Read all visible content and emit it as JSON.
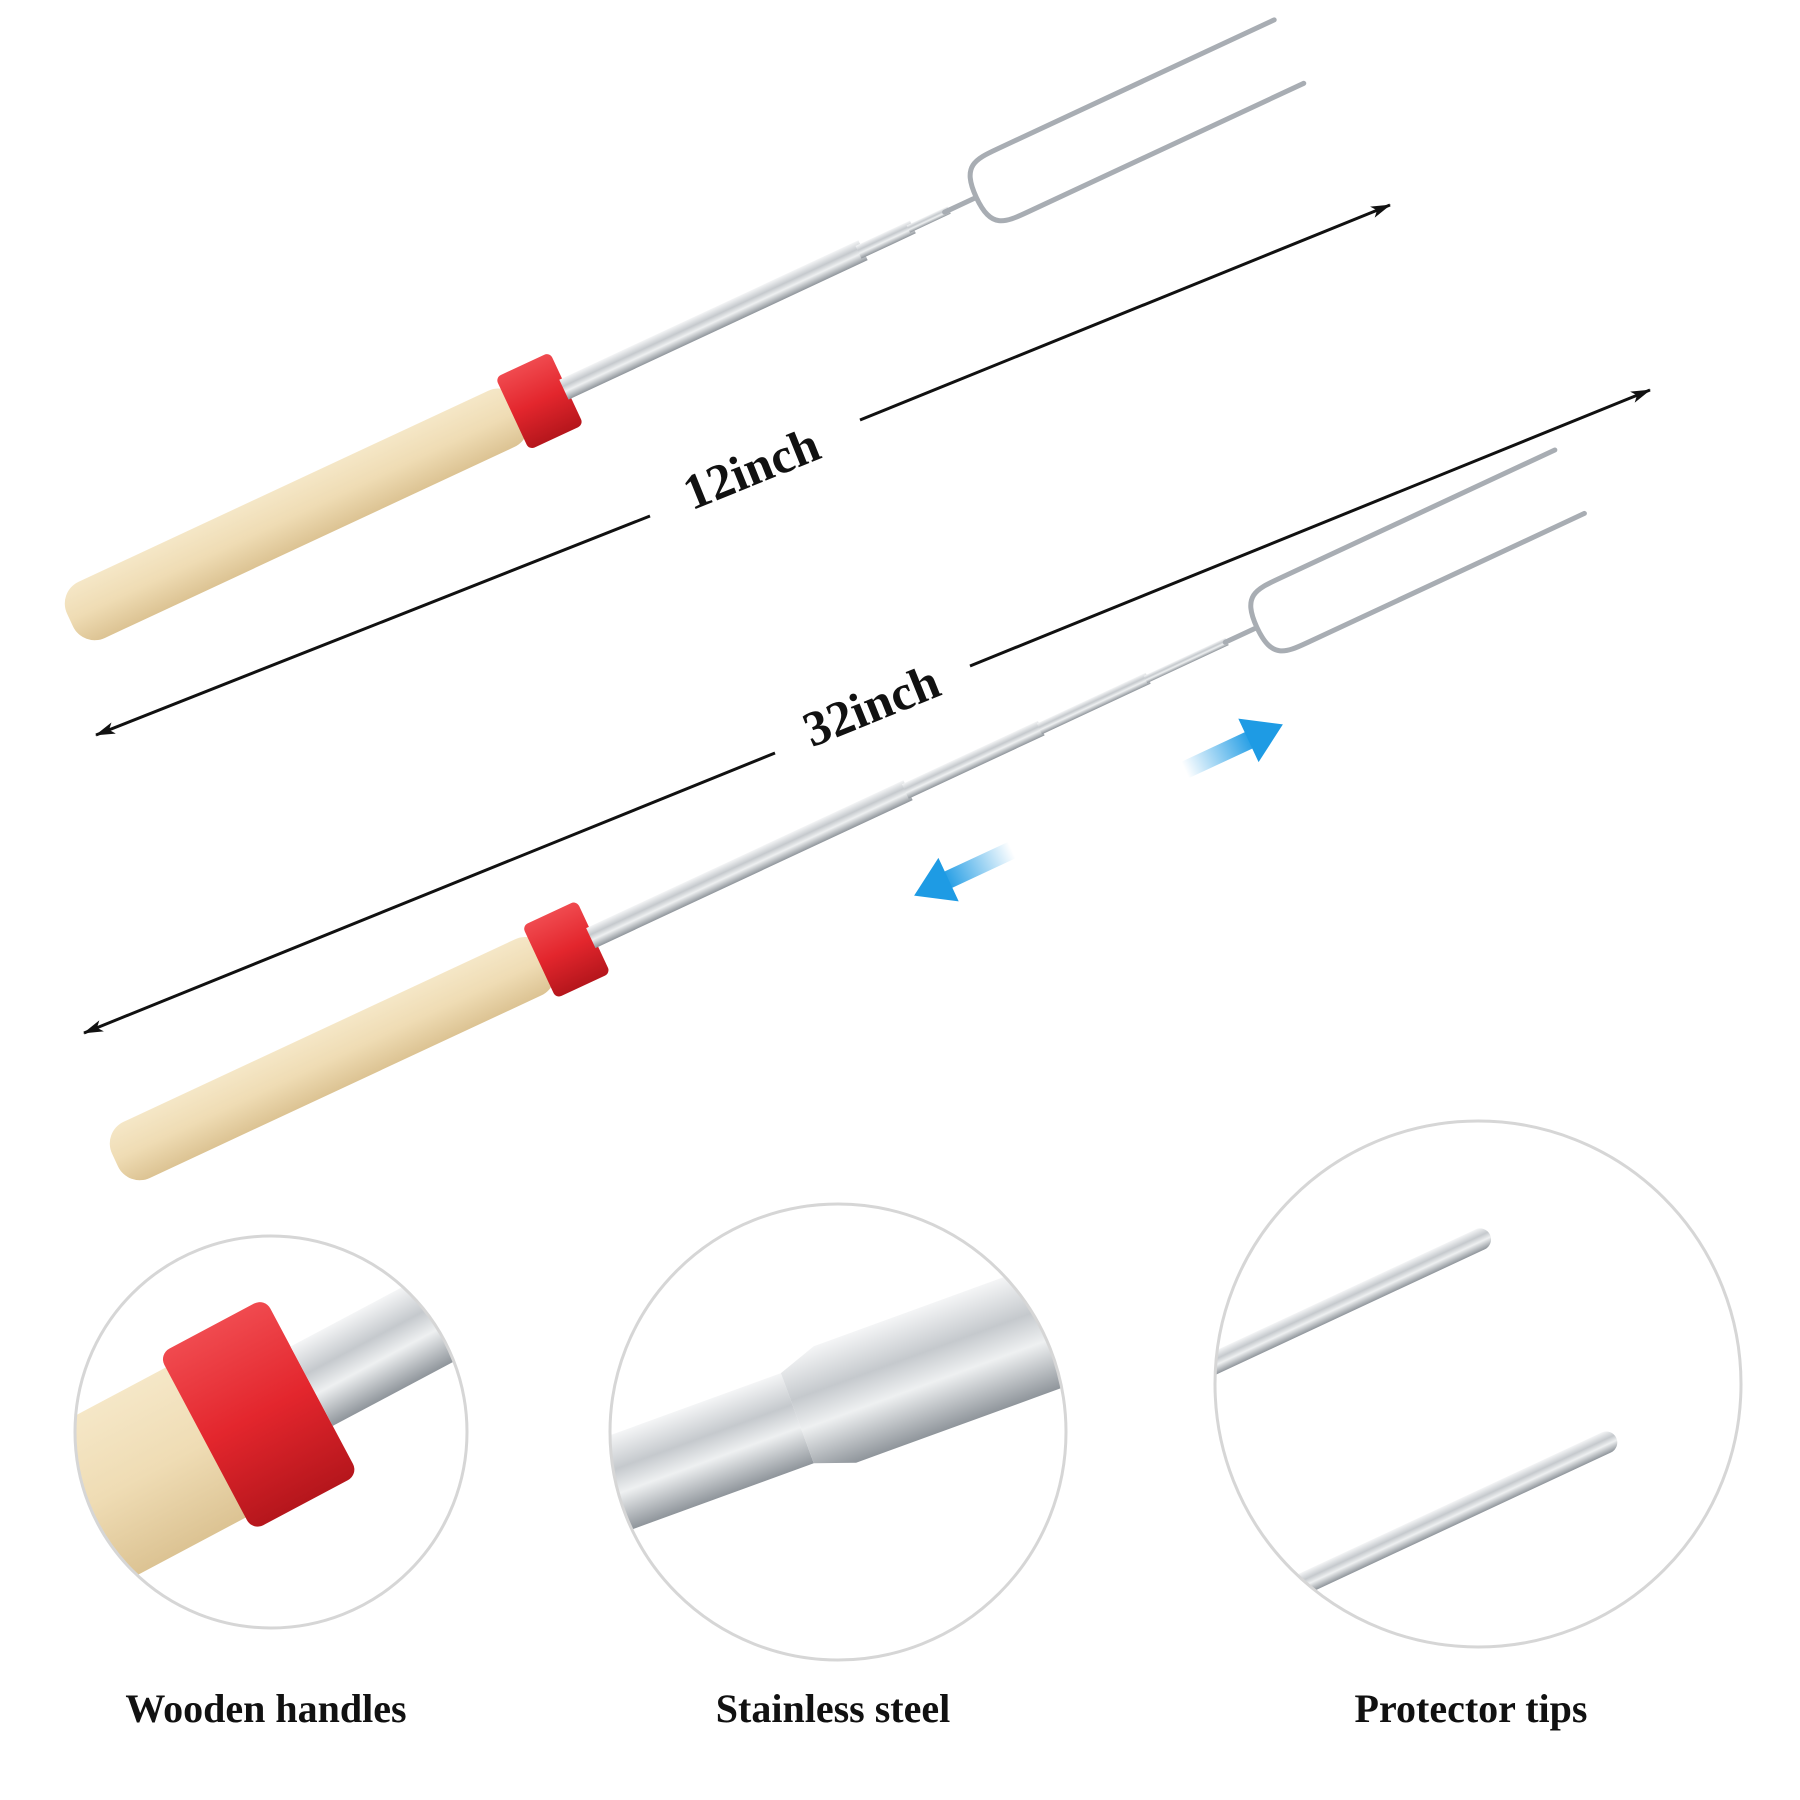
{
  "dimensions": {
    "short": "12inch",
    "long": "32inch"
  },
  "features": [
    {
      "label": "Wooden handles",
      "icon": "wooden-handle-closeup"
    },
    {
      "label": "Stainless steel",
      "icon": "stainless-steel-closeup"
    },
    {
      "label": "Protector tips",
      "icon": "protector-tips-closeup"
    }
  ],
  "colors": {
    "cap_red": "#e3262d",
    "wood": "#efdcb4",
    "steel": "#c8ccd0",
    "arrow_blue": "#1e9be4",
    "line_black": "#111111",
    "circle_border": "#d6d6d6"
  }
}
